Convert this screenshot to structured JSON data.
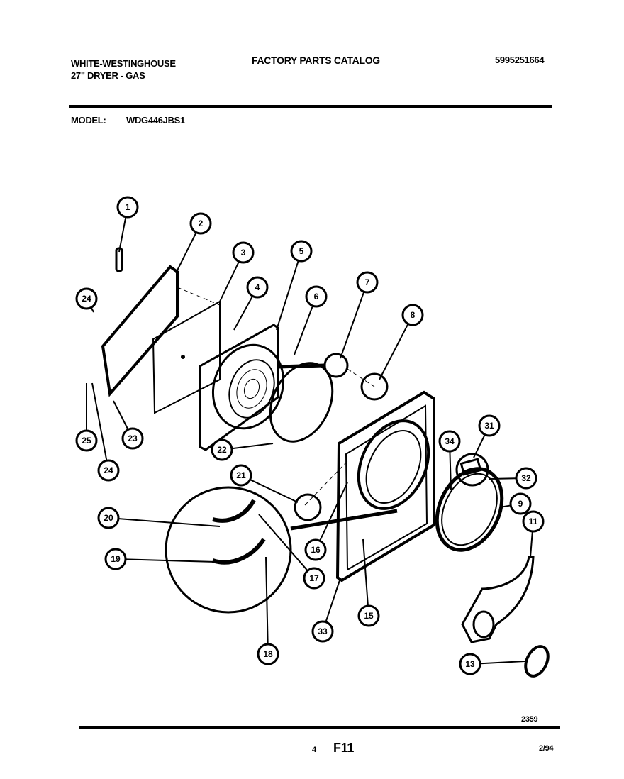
{
  "header": {
    "brand": "WHITE-WESTINGHOUSE",
    "product": "27\" DRYER - GAS",
    "catalog_title": "FACTORY PARTS CATALOG",
    "catalog_number": "5995251664",
    "model_label": "MODEL:",
    "model_value": "WDG446JBS1"
  },
  "footer": {
    "drawing_number": "2359",
    "page_number": "4",
    "section": "F11",
    "date": "2/94"
  },
  "callouts": [
    "1",
    "2",
    "3",
    "4",
    "5",
    "6",
    "7",
    "8",
    "24",
    "25",
    "23",
    "24",
    "22",
    "21",
    "20",
    "19",
    "17",
    "16",
    "18",
    "33",
    "15",
    "34",
    "31",
    "32",
    "9",
    "11",
    "13"
  ]
}
